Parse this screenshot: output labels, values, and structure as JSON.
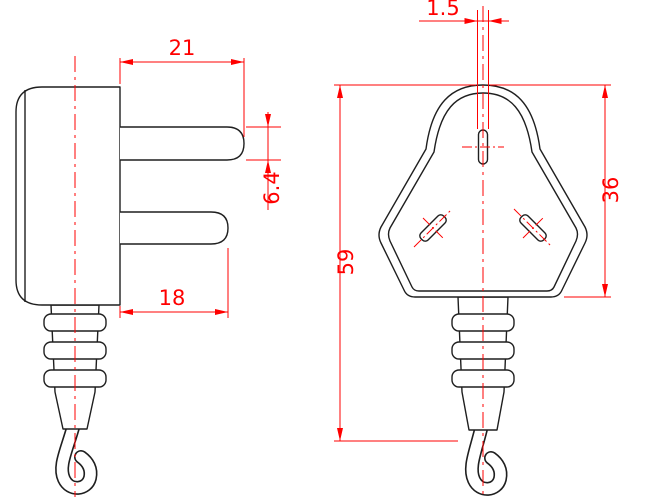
{
  "colors": {
    "dimension": "#ff0000",
    "outline": "#1f1f1f",
    "background": "#ffffff"
  },
  "views": {
    "side": {
      "dimensions": {
        "upper_pin_length": "21",
        "pin_thickness": "6.4",
        "lower_pin_length": "18"
      }
    },
    "front": {
      "dimensions": {
        "earth_pin_width": "1.5",
        "overall_height": "59",
        "face_height": "36"
      }
    }
  }
}
